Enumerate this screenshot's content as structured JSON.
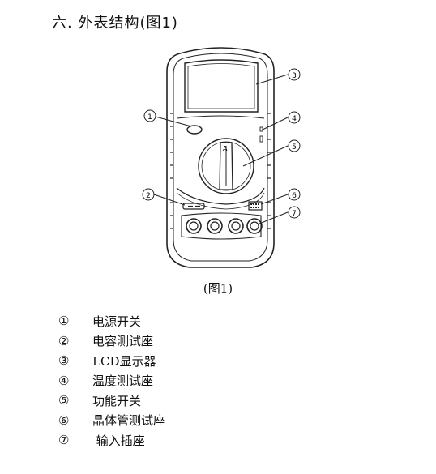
{
  "section_title": "六. 外表结构(图1)",
  "figure_caption": "(图1)",
  "callouts": [
    "①",
    "②",
    "③",
    "④",
    "⑤",
    "⑥",
    "⑦"
  ],
  "display_label": "A",
  "legend": [
    {
      "num": "①",
      "label": "电源开关"
    },
    {
      "num": "②",
      "label": "电容测试座"
    },
    {
      "num": "③",
      "label": "LCD显示器"
    },
    {
      "num": "④",
      "label": "温度测试座"
    },
    {
      "num": "⑤",
      "label": "功能开关"
    },
    {
      "num": "⑥",
      "label": "晶体管测试座"
    },
    {
      "num": "⑦",
      "label": " 输入插座"
    }
  ]
}
